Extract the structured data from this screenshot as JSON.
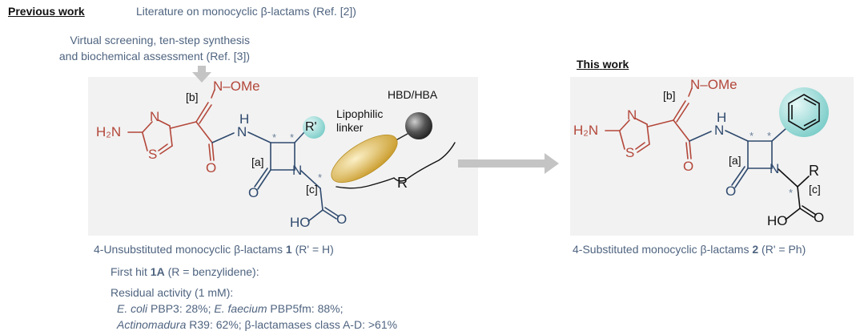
{
  "previous_work": {
    "header_part1": "Previous",
    "header_part2": "work",
    "ref2_text": "Literature on monocyclic β-lactams (Ref. [2])",
    "ref3_line1": "Virtual screening, ten-step synthesis",
    "ref3_line2": "and biochemical assessment (Ref. [3])"
  },
  "this_work": {
    "header_part1": "This",
    "header_part2": "work"
  },
  "structure_labels": {
    "ome": "N–OMe",
    "h2n": "H₂N",
    "n_ring": "N",
    "s_ring": "S",
    "b": "[b]",
    "a": "[a]",
    "c": "[c]",
    "nh_n": "N",
    "nh_h": "H",
    "o_amide": "O",
    "o_lactam": "O",
    "n_lactam": "N",
    "ho": "HO",
    "o_acid": "O",
    "r_prime": "R'",
    "hbd_hba": "HBD/HBA",
    "lipophilic": "Lipophilic",
    "linker": "linker",
    "r": "R",
    "star": "*"
  },
  "captions": {
    "left_prefix": "4-Unsubstituted monocyclic β-lactams ",
    "left_bold": "1",
    "left_suffix": " (R' = H)",
    "right_prefix": "4-Substituted monocyclic β-lactams ",
    "right_bold": "2",
    "right_suffix": " (R' = Ph)",
    "first_hit_prefix": "First hit ",
    "first_hit_bold": "1A",
    "first_hit_suffix": " (R = benzylidene):",
    "residual": "Residual activity (1 mM):",
    "line1_i1": "E. coli",
    "line1_t1": " PBP3: 28%; ",
    "line1_i2": "E. faecium",
    "line1_t2": " PBP5fm: 88%;",
    "line2_i1": "Actinomadura",
    "line2_t1": " R39: 62%; β-lactamases class A-D: >61%"
  },
  "colors": {
    "heteroaryl_red": "#b3473a",
    "core_blue": "#2f4a6e",
    "label_blue": "#4f6480",
    "panel_gray": "#f2f2f2",
    "arrow_gray": "#c4c4c4",
    "sphere_teal": "#8fd6d3",
    "ellipse_gold": "#d9b244",
    "sphere_dark": "#3a3a3a"
  }
}
